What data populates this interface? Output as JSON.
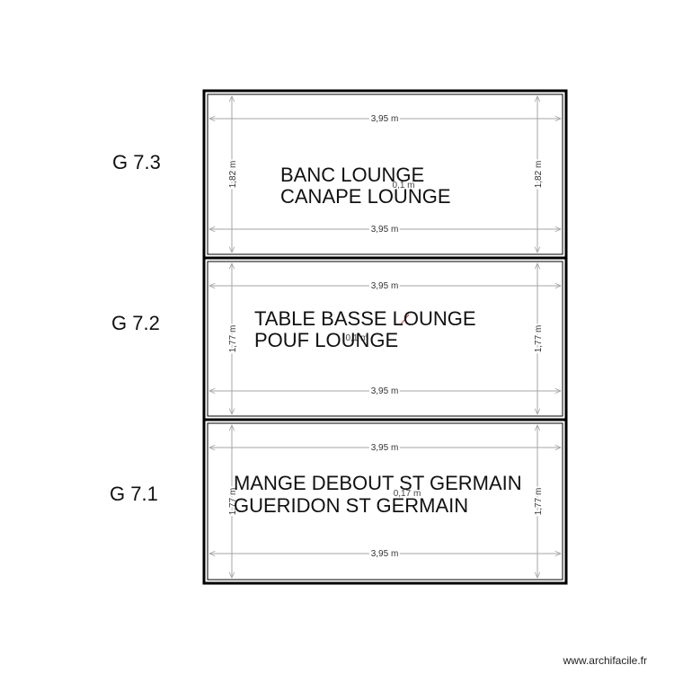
{
  "colors": {
    "wall": "#000000",
    "dimension": "#a6a6a6",
    "text": "#111111",
    "accent": "#d04040"
  },
  "rooms": [
    {
      "zone": "G 7.3",
      "lines": [
        "BANC LOUNGE",
        "CANAPE LOUNGE"
      ],
      "width_label": "3,95 m",
      "height_label": "1,82 m",
      "inner_label": "0,1 m"
    },
    {
      "zone": "G 7.2",
      "lines": [
        "TABLE BASSE LOUNGE",
        "POUF LOUNGE"
      ],
      "width_label": "3,95 m",
      "height_label": "1,77 m",
      "inner_label": "0,1 m"
    },
    {
      "zone": "G 7.1",
      "lines": [
        "MANGE DEBOUT ST GERMAIN",
        "GUERIDON ST GERMAIN"
      ],
      "width_label": "3,95 m",
      "height_label": "1,77 m",
      "inner_label": "0,17 m"
    }
  ],
  "footer": "www.archifacile.fr"
}
